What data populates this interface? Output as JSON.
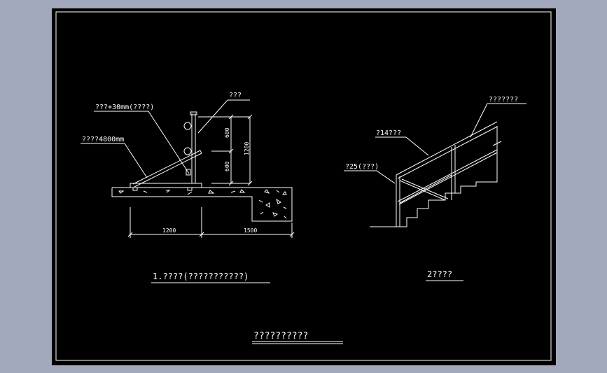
{
  "drawing": {
    "sheet_title": "??????????",
    "fig1": {
      "title": "1.????(???????????)",
      "label_top": "???",
      "label_clamp": "???+30mm(????)",
      "label_pipe": "????4800mm",
      "dim_600_upper": "600",
      "dim_600_lower": "600",
      "dim_1200_vertical": "1200",
      "dim_1200_base": "1200",
      "dim_1500_base": "1500"
    },
    "fig2": {
      "title": "2????",
      "label_handrail": "???????",
      "label_post": "?14???",
      "label_bar": "?25(???)"
    }
  },
  "colors": {
    "background": "#a3a9bd",
    "canvas": "#000000",
    "lines": "#ffffff"
  }
}
